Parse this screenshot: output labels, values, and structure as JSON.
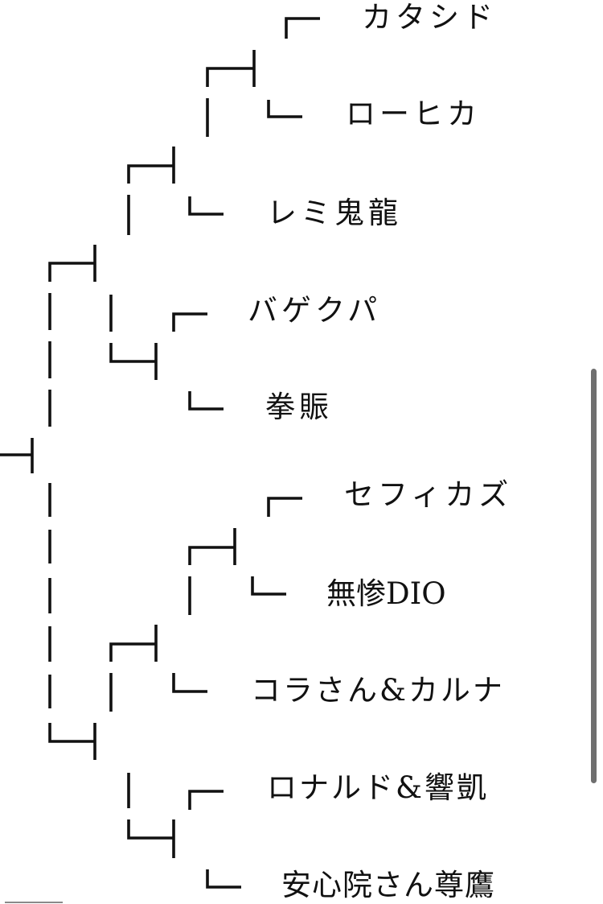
{
  "bracket": {
    "entrants": [
      "カタシド",
      "ローヒカ",
      "レミ鬼龍",
      "バゲクパ",
      "拳賑",
      "セフィカズ",
      "無惨DIO",
      "コラさん&カルナ",
      "ロナルド&響凱",
      "安心院さん尊鷹"
    ]
  },
  "colors": {
    "line": "#111111",
    "background": "#ffffff",
    "scrollbar": "#6f6f6f"
  }
}
